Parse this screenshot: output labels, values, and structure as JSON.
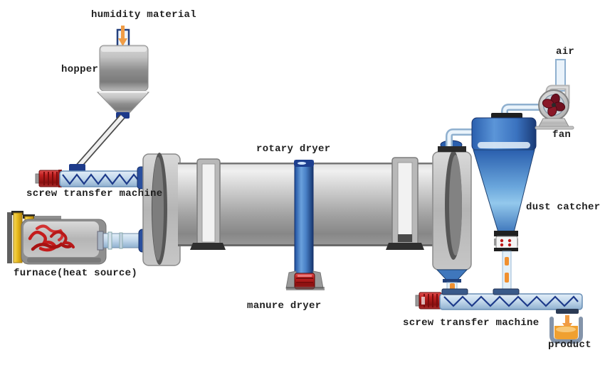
{
  "diagram": {
    "title": "rotary dryer system process diagram",
    "labels": {
      "humidity_material": "humidity material",
      "hopper": "hopper",
      "screw_transfer_left": "screw transfer machine",
      "furnace": "furnace(heat source)",
      "rotary_dryer": "rotary dryer",
      "manure_dryer": "manure dryer",
      "air": "air",
      "fan": "fan",
      "dust_catcher": "dust catcher",
      "screw_transfer_right": "screw transfer machine",
      "product": "product"
    },
    "components": [
      "hopper-assembly",
      "feed-pipe",
      "screw-conveyor-left",
      "furnace",
      "hot-air-pipe",
      "rotary-drum",
      "support-ring-left",
      "support-ring-right",
      "manure-dryer-column",
      "discharge-housing",
      "cyclone-inlet-pipe",
      "dust-catcher-cyclone",
      "cyclone-valve",
      "fan-blower",
      "air-intake-pipe",
      "screw-conveyor-right",
      "product-container"
    ],
    "colors": {
      "background": "#ffffff",
      "label_text": "#1f1f1f",
      "steel_gray": "#b0b0b0",
      "dark_blue": "#1d4f9e",
      "light_blue_pipe": "#cfe0f0",
      "red": "#b52020",
      "yellow": "#e8c020",
      "orange": "#f09030"
    }
  }
}
